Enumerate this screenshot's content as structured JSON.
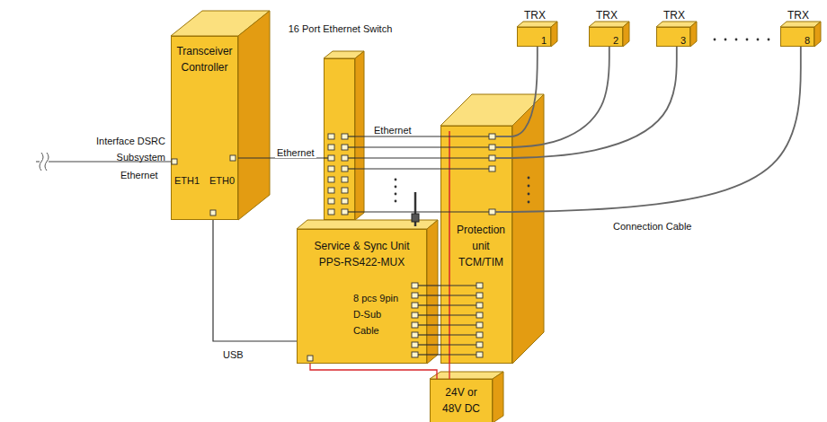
{
  "diagram": {
    "nodes": [
      {
        "text": [
          "Transceiver Controller",
          "ETH1",
          "ETH0"
        ]
      },
      {
        "text": [
          "16 Port Ethernet Switch"
        ]
      },
      {
        "text": [
          "Service & Sync Unit PPS-RS422-MUX"
        ]
      },
      {
        "text": [
          "Protection unit TCM/TIM"
        ]
      },
      {
        "text": [
          "TRX",
          "1"
        ]
      },
      {
        "text": [
          "TRX",
          "2"
        ]
      },
      {
        "text": [
          "TRX",
          "3"
        ]
      },
      {
        "text": [
          "TRX",
          "8"
        ]
      },
      {
        "text": [
          "24V or 48V DC"
        ]
      }
    ],
    "edges": [
      {
        "from": 0,
        "to": 1,
        "arrow": "none",
        "label": "Ethernet"
      },
      {
        "from": 1,
        "to": 3,
        "arrow": "none",
        "label": "Ethernet"
      },
      {
        "from": 0,
        "to": 2,
        "arrow": "none",
        "label": "USB"
      },
      {
        "from": 2,
        "to": 3,
        "arrow": "none"
      },
      {
        "from": 3,
        "to": 4,
        "arrow": "none"
      },
      {
        "from": 3,
        "to": 5,
        "arrow": "none"
      },
      {
        "from": 3,
        "to": 6,
        "arrow": "none"
      },
      {
        "from": 3,
        "to": 7,
        "arrow": "none",
        "label": "Connection Cable"
      },
      {
        "from": 8,
        "to": 3,
        "arrow": "none"
      },
      {
        "from": 8,
        "to": 2,
        "arrow": "none"
      }
    ],
    "labels": [
      "Interface DSRC Subsystem",
      "Ethernet",
      "8 pcs 9pin D-Sub Cable"
    ]
  }
}
